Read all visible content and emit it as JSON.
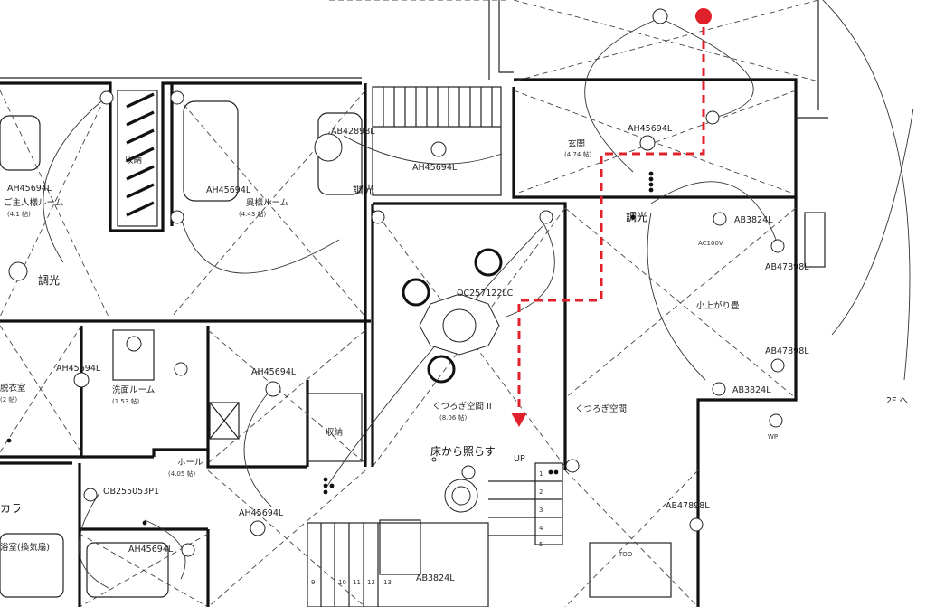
{
  "rooms": {
    "master_bedroom": {
      "name": "ご主人様ルーム",
      "area": "(4.1 帖)"
    },
    "bedroom_2": {
      "name": "奥様ルーム",
      "area": "(4.43 帖)"
    },
    "entrance": {
      "name": "玄関",
      "area": "(4.74 帖)"
    },
    "living_2": {
      "name": "くつろぎ空間 II",
      "area": "(8.06 帖)"
    },
    "living": {
      "name": "くつろぎ空間"
    },
    "raised_floor": {
      "name": "小上がり畳"
    },
    "dressing": {
      "name": "脱衣室",
      "area": "(2 帖)"
    },
    "washroom": {
      "name": "洗面ルーム",
      "area": "(1.53 帖)"
    },
    "hall": {
      "name": "ホール",
      "area": "(4.05 帖)"
    },
    "storage": {
      "name": "収納"
    },
    "closet": {
      "name": "収納"
    },
    "bath": {
      "name": "浴室(換気扇)"
    }
  },
  "fixtures": {
    "ah45694l": "AH45694L",
    "ab42898l": "AB42898L",
    "ab3824l": "AB3824L",
    "ab47898l": "AB47898L",
    "oc257122lc": "OC257122LC",
    "ob255053p1": "OB255053P1"
  },
  "notes": {
    "dimmer": "調光",
    "floor_light": "床から照らす",
    "up": "UP",
    "to_2f": "2F へ",
    "wp": "WP",
    "ac": "AC100V",
    "color": "カラ",
    "toilet": "TOO"
  },
  "stair_steps": [
    "1",
    "2",
    "3",
    "4",
    "5",
    "9",
    "10",
    "11",
    "12",
    "13"
  ],
  "colors": {
    "route": "#e0202a",
    "wall": "#111111",
    "line": "#444444"
  }
}
